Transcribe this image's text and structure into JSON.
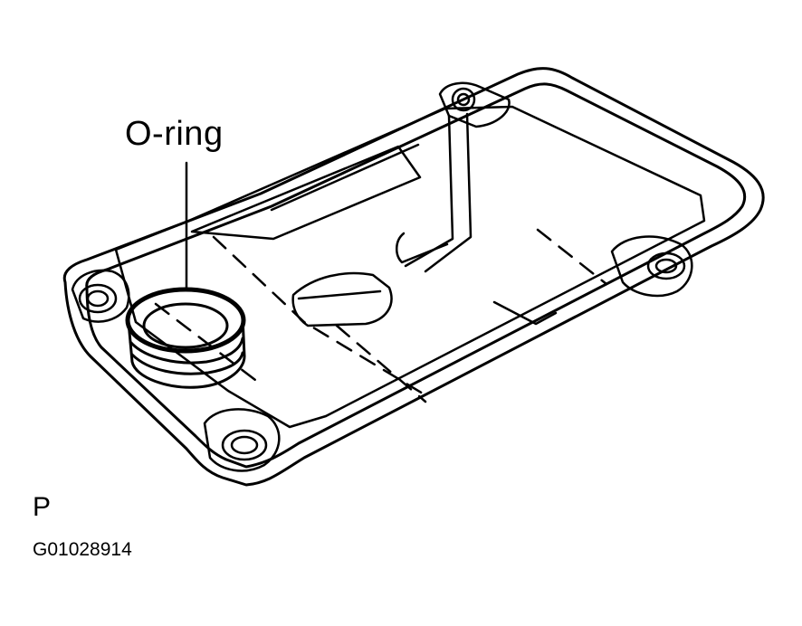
{
  "diagram": {
    "callout_label": "O-ring",
    "view_letter": "P",
    "figure_id": "G01028914"
  },
  "colors": {
    "ink": "#000000",
    "paper": "#ffffff"
  }
}
